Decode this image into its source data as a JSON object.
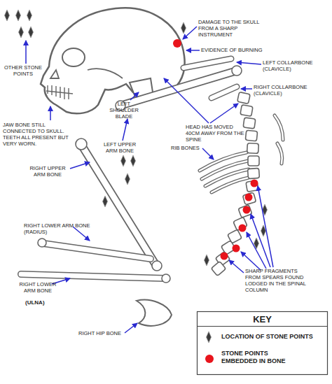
{
  "diagram": {
    "labels": [
      "OTHER STONE POINTS",
      "DAMAGE TO THE SKULL FROM A SHARP INSTRUMENT",
      "EVIDENCE OF BURNING",
      "LEFT COLLARBONE (CLAVICLE)",
      "RIGHT COLLARBONE (CLAVICLE)",
      "JAW BONE STILL CONNECTED TO SKULL. TEETH ALL PRESENT BUT VERY WORN.",
      "LEFT SHOULDER BLADE",
      "LEFT UPPER ARM BONE",
      "HEAD HAS MOVED 40CM AWAY FROM THE SPINE",
      "RIGHT UPPER ARM BONE",
      "RIB BONES",
      "RIGHT LOWER ARM BONE (RADIUS)",
      "SHARP FRAGMENTS FROM SPEARS FOUND LODGED IN THE SPINAL COLUMN",
      "RIGHT LOWER ARM BONE",
      "(ULNA)",
      "RIGHT HIP BONE",
      "KEY"
    ],
    "legend": [
      {
        "text": "LOCATION OF STONE POINTS"
      },
      {
        "text": "STONE POINTS EMBEDDED IN BONE",
        "color": "#e8141c"
      }
    ]
  }
}
